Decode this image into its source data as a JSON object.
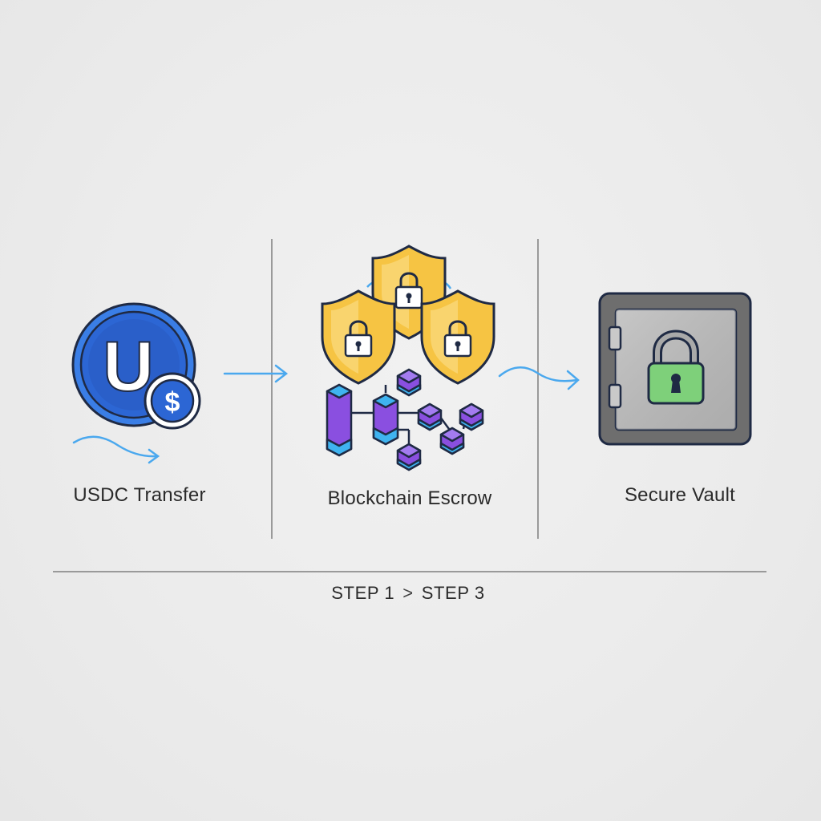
{
  "stages": [
    {
      "label": "USDC Transfer",
      "icon": "usdc-coin-icon"
    },
    {
      "label": "Blockchain Escrow",
      "icon": "shield-lock-blockchain-icon"
    },
    {
      "label": "Secure Vault",
      "icon": "vault-lock-icon"
    }
  ],
  "steps": {
    "start": "STEP 1",
    "separator": ">",
    "end": "STEP 3"
  },
  "usdc_letter": "U",
  "dollar_sign": "$",
  "colors": {
    "background": "#ececec",
    "coin_blue": "#2f6fe0",
    "coin_ring": "#4aa3f0",
    "arrow_blue": "#4aa8ee",
    "shield_gold": "#f6c443",
    "block_purple": "#8a4fe0",
    "block_cyan": "#3fb3f0",
    "vault_gray": "#9a9a9a",
    "lock_green": "#7ed07a",
    "divider": "#9a9a9a"
  }
}
